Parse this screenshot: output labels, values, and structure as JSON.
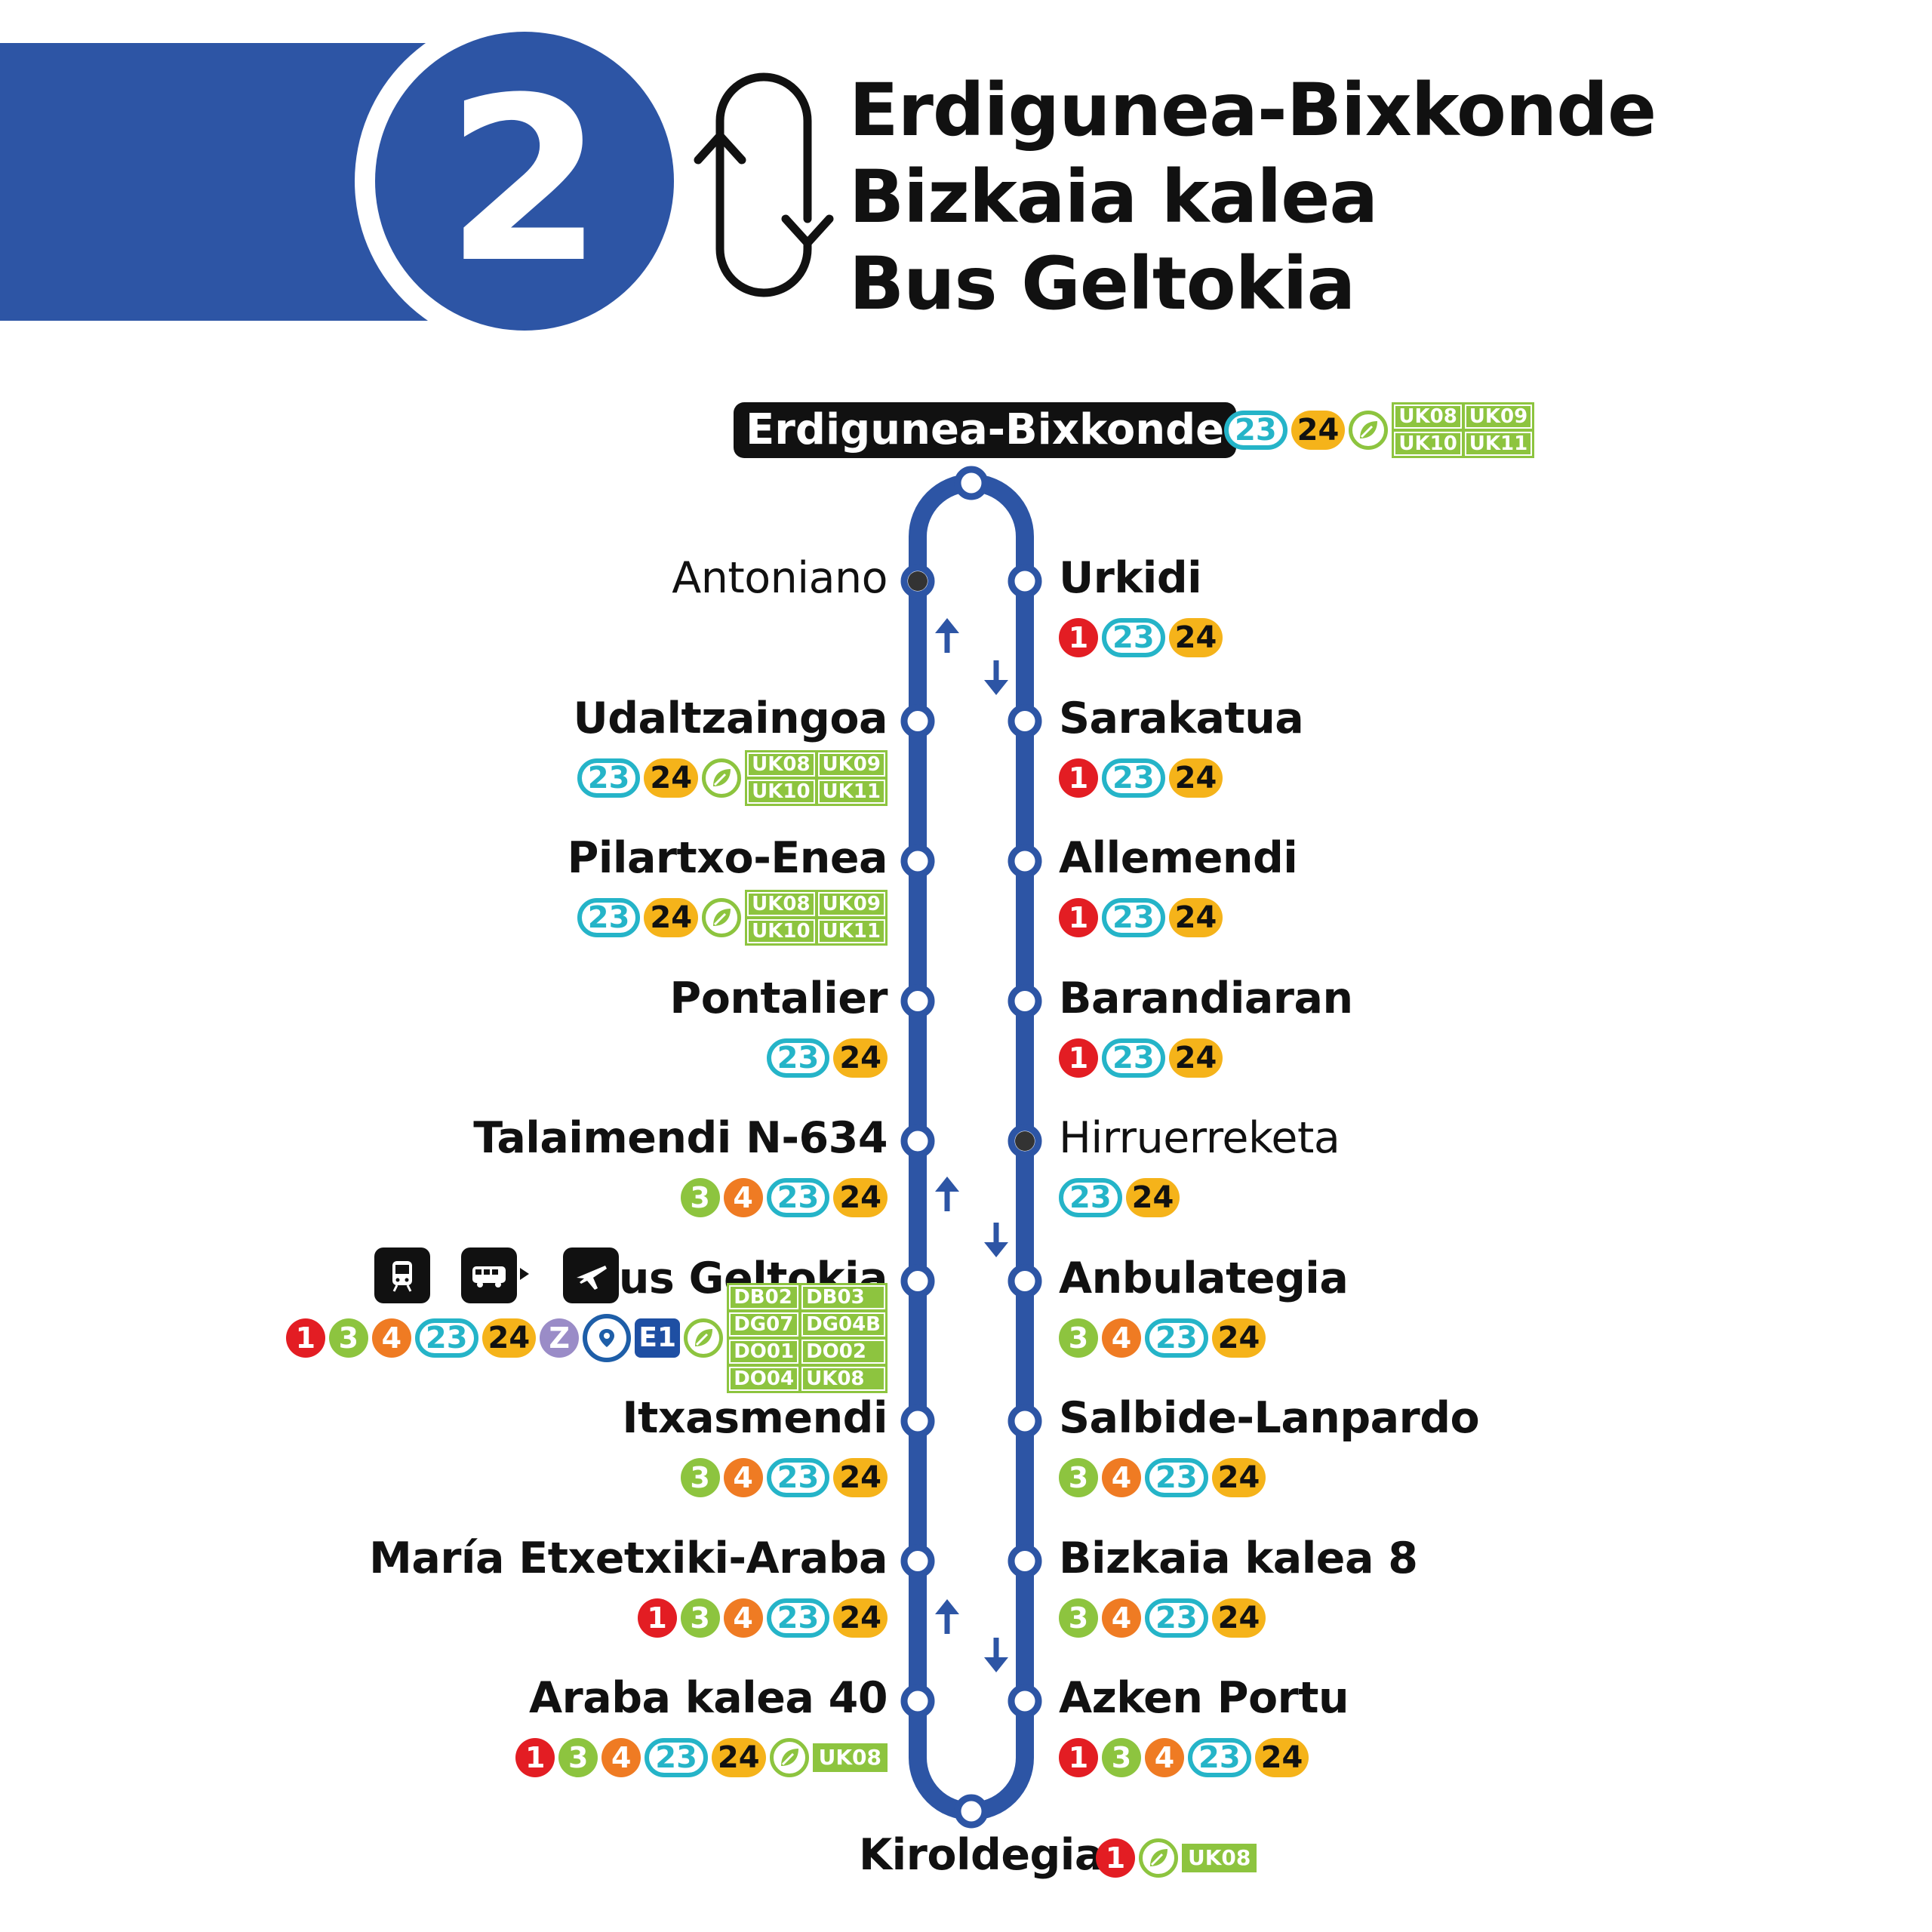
{
  "header": {
    "line_number": "2",
    "line_color": "#2d55a5",
    "destinations": [
      "Erdigunea-Bixkonde",
      "Bizkaia kalea",
      "Bus Geltokia"
    ],
    "icon": "loop-arrows-icon"
  },
  "colors": {
    "line": "#2d55a5",
    "L1": "#e31d23",
    "L3": "#8dc43f",
    "L4": "#ef7b23",
    "L23": "#25b4c8",
    "L24": "#f5b31a",
    "UK": "#8dc43f",
    "E1": "#1e4fa3",
    "Z": "#9a8cc7"
  },
  "terminus_top": {
    "name": "Erdigunea-Bixkonde",
    "connections": [
      "23",
      "24",
      "leaf"
    ],
    "uk": [
      "UK08",
      "UK09",
      "UK10",
      "UK11"
    ]
  },
  "stops_left": [
    {
      "name": "Antoniano",
      "minor": true,
      "connections": [],
      "uk": []
    },
    {
      "name": "Udaltzaingoa",
      "minor": false,
      "connections": [
        "23",
        "24",
        "leaf"
      ],
      "uk": [
        "UK08",
        "UK09",
        "UK10",
        "UK11"
      ]
    },
    {
      "name": "Pilartxo-Enea",
      "minor": false,
      "connections": [
        "23",
        "24",
        "leaf"
      ],
      "uk": [
        "UK08",
        "UK09",
        "UK10",
        "UK11"
      ]
    },
    {
      "name": "Pontalier",
      "minor": false,
      "connections": [
        "23",
        "24"
      ],
      "uk": []
    },
    {
      "name": "Talaimendi N-634",
      "minor": false,
      "connections": [
        "3",
        "4",
        "23",
        "24"
      ],
      "uk": []
    },
    {
      "name": "Bus Geltokia",
      "minor": false,
      "connections": [
        "1",
        "3",
        "4",
        "23",
        "24",
        "Z",
        "pin",
        "E1",
        "leaf"
      ],
      "uk": [
        "DB02",
        "DB03",
        "DG07",
        "DG04B",
        "DO01",
        "DO02",
        "DO04",
        "UK08"
      ],
      "icons": [
        "tram-icon",
        "bus-icon",
        "airplane-icon"
      ]
    },
    {
      "name": "Itxasmendi",
      "minor": false,
      "connections": [
        "3",
        "4",
        "23",
        "24"
      ],
      "uk": []
    },
    {
      "name": "María Etxetxiki-Araba",
      "minor": false,
      "connections": [
        "1",
        "3",
        "4",
        "23",
        "24"
      ],
      "uk": []
    },
    {
      "name": "Araba kalea 40",
      "minor": false,
      "connections": [
        "1",
        "3",
        "4",
        "23",
        "24",
        "leaf"
      ],
      "uk": [
        "UK08"
      ]
    }
  ],
  "stops_right": [
    {
      "name": "Urkidi",
      "minor": false,
      "connections": [
        "1",
        "23",
        "24"
      ],
      "uk": []
    },
    {
      "name": "Sarakatua",
      "minor": false,
      "connections": [
        "1",
        "23",
        "24"
      ],
      "uk": []
    },
    {
      "name": "Allemendi",
      "minor": false,
      "connections": [
        "1",
        "23",
        "24"
      ],
      "uk": []
    },
    {
      "name": "Barandiaran",
      "minor": false,
      "connections": [
        "1",
        "23",
        "24"
      ],
      "uk": []
    },
    {
      "name": "Hirruerreketa",
      "minor": true,
      "connections": [
        "23",
        "24"
      ],
      "uk": []
    },
    {
      "name": "Anbulategia",
      "minor": false,
      "connections": [
        "3",
        "4",
        "23",
        "24"
      ],
      "uk": []
    },
    {
      "name": "Salbide-Lanpardo",
      "minor": false,
      "connections": [
        "3",
        "4",
        "23",
        "24"
      ],
      "uk": []
    },
    {
      "name": "Bizkaia kalea 8",
      "minor": false,
      "connections": [
        "3",
        "4",
        "23",
        "24"
      ],
      "uk": []
    },
    {
      "name": "Azken Portu",
      "minor": false,
      "connections": [
        "1",
        "3",
        "4",
        "23",
        "24"
      ],
      "uk": []
    }
  ],
  "terminus_bottom": {
    "name": "Kiroldegia",
    "connections": [
      "1",
      "leaf"
    ],
    "uk": [
      "UK08"
    ]
  }
}
